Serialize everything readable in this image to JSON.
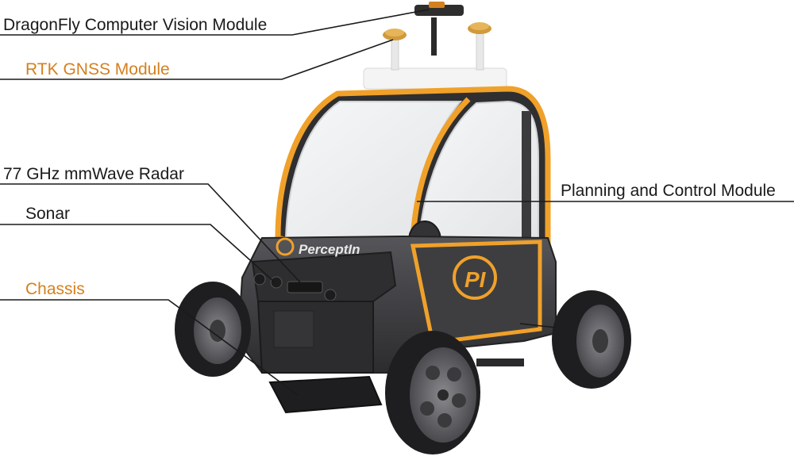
{
  "colors": {
    "label_dark": "#1a1a1a",
    "label_accent": "#d4801e",
    "leader_line": "#1a1a1a",
    "body_dark": "#3a3a3c",
    "body_mid": "#4d4d50",
    "trim_orange": "#f0a12a",
    "glass": "#eef0f2",
    "tire": "#222224",
    "rim": "#707074"
  },
  "labels": {
    "dragonfly": "DragonFly Computer Vision Module",
    "rtk": "RTK GNSS Module",
    "radar": "77 GHz mmWave Radar",
    "sonar": "Sonar",
    "chassis": "Chassis",
    "planning": "Planning and Control Module"
  },
  "branding": {
    "logo_text": "PerceptIn",
    "badge_text": "PI"
  }
}
